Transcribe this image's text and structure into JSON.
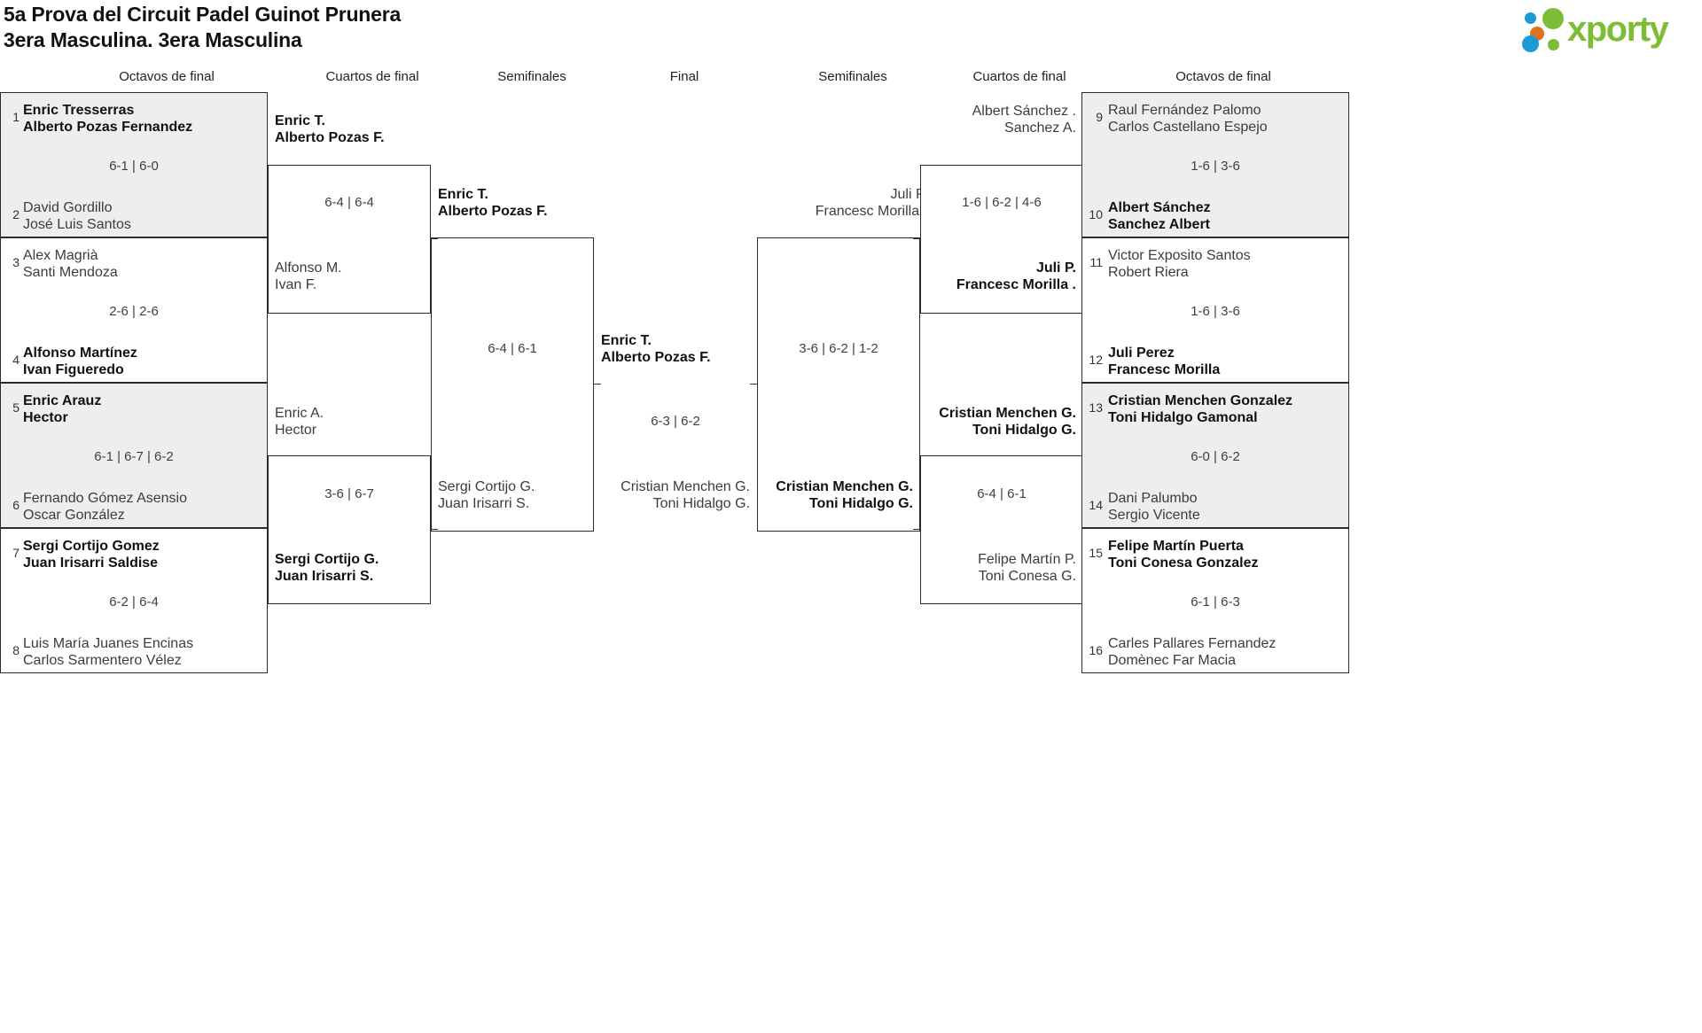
{
  "header": {
    "title_line1": "5a Prova del Circuit Padel Guinot Prunera",
    "title_line2": "3era Masculina. 3era Masculina",
    "logo_text": "xporty",
    "logo_colors": {
      "green": "#7dbd35",
      "blue": "#1b9ad6",
      "orange": "#e2711d"
    }
  },
  "round_headers": {
    "left_r16": "Octavos de final",
    "left_qf": "Cuartos de final",
    "left_sf": "Semifinales",
    "final": "Final",
    "right_sf": "Semifinales",
    "right_qf": "Cuartos de final",
    "right_r16": "Octavos de final"
  },
  "chart_data": {
    "type": "bracket",
    "title": "5a Prova del Circuit Padel Guinot Prunera — 3era Masculina",
    "draw_size": 16,
    "champion": "Enric T. / Alberto Pozas F."
  },
  "left_r16": [
    {
      "shaded": true,
      "score": "6-1 | 6-0",
      "top": {
        "seed": "1",
        "l1": "Enric Tresserras",
        "l2": "Alberto Pozas Fernandez",
        "winner": true
      },
      "bottom": {
        "seed": "2",
        "l1": "David Gordillo",
        "l2": "José Luis Santos",
        "winner": false
      }
    },
    {
      "shaded": false,
      "score": "2-6 | 2-6",
      "top": {
        "seed": "3",
        "l1": "Alex Magrià",
        "l2": "Santi Mendoza",
        "winner": false
      },
      "bottom": {
        "seed": "4",
        "l1": "Alfonso Martínez",
        "l2": "Ivan Figueredo",
        "winner": true
      }
    },
    {
      "shaded": true,
      "score": "6-1 | 6-7 | 6-2",
      "top": {
        "seed": "5",
        "l1": "Enric Arauz",
        "l2": "Hector",
        "winner": true
      },
      "bottom": {
        "seed": "6",
        "l1": "Fernando Gómez Asensio",
        "l2": "Oscar González",
        "winner": false
      }
    },
    {
      "shaded": false,
      "score": "6-2 | 6-4",
      "top": {
        "seed": "7",
        "l1": "Sergi Cortijo Gomez",
        "l2": "Juan Irisarri Saldise",
        "winner": true
      },
      "bottom": {
        "seed": "8",
        "l1": "Luis María Juanes Encinas",
        "l2": "Carlos Sarmentero Vélez",
        "winner": false
      }
    }
  ],
  "right_r16": [
    {
      "shaded": true,
      "score": "1-6 | 3-6",
      "top": {
        "seed": "9",
        "l1": "Raul Fernández Palomo",
        "l2": "Carlos Castellano Espejo",
        "winner": false
      },
      "bottom": {
        "seed": "10",
        "l1": "Albert Sánchez",
        "l2": "Sanchez Albert",
        "winner": true
      }
    },
    {
      "shaded": false,
      "score": "1-6 | 3-6",
      "top": {
        "seed": "11",
        "l1": "Victor Exposito Santos",
        "l2": "Robert Riera",
        "winner": false
      },
      "bottom": {
        "seed": "12",
        "l1": "Juli Perez",
        "l2": "Francesc Morilla",
        "winner": true
      }
    },
    {
      "shaded": true,
      "score": "6-0 | 6-2",
      "top": {
        "seed": "13",
        "l1": "Cristian Menchen Gonzalez",
        "l2": "Toni Hidalgo Gamonal",
        "winner": true
      },
      "bottom": {
        "seed": "14",
        "l1": "Dani Palumbo",
        "l2": "Sergio Vicente",
        "winner": false
      }
    },
    {
      "shaded": false,
      "score": "6-1 | 6-3",
      "top": {
        "seed": "15",
        "l1": "Felipe Martín Puerta",
        "l2": "Toni Conesa Gonzalez",
        "winner": true
      },
      "bottom": {
        "seed": "16",
        "l1": "Carles Pallares Fernandez",
        "l2": "Domènec Far Macia",
        "winner": false
      }
    }
  ],
  "left_qf": [
    {
      "score": "6-4 | 6-4",
      "top": {
        "l1": "Enric T.",
        "l2": "Alberto Pozas F.",
        "winner": true
      },
      "bottom": {
        "l1": "Alfonso M.",
        "l2": "Ivan F.",
        "winner": false
      }
    },
    {
      "score": "3-6 | 6-7",
      "top": {
        "l1": "Enric A.",
        "l2": "Hector",
        "winner": false
      },
      "bottom": {
        "l1": "Sergi Cortijo G.",
        "l2": "Juan Irisarri S.",
        "winner": true
      }
    }
  ],
  "right_qf": [
    {
      "score": "1-6 | 6-2 | 4-6",
      "top": {
        "l1": "Albert Sánchez .",
        "l2": "Sanchez A.",
        "winner": false
      },
      "bottom": {
        "l1": "Juli P.",
        "l2": "Francesc Morilla .",
        "winner": true
      }
    },
    {
      "score": "6-4 | 6-1",
      "top": {
        "l1": "Cristian Menchen G.",
        "l2": "Toni Hidalgo G.",
        "winner": true
      },
      "bottom": {
        "l1": "Felipe Martín P.",
        "l2": "Toni Conesa G.",
        "winner": false
      }
    }
  ],
  "left_sf": {
    "score": "6-4 | 6-1",
    "top": {
      "l1": "Enric T.",
      "l2": "Alberto Pozas F.",
      "winner": true
    },
    "bottom": {
      "l1": "Sergi Cortijo G.",
      "l2": "Juan Irisarri S.",
      "winner": false
    }
  },
  "right_sf": {
    "score": "3-6 | 6-2 | 1-2",
    "top": {
      "l1": "Juli P.",
      "l2": "Francesc Morilla .",
      "winner": false
    },
    "bottom": {
      "l1": "Cristian Menchen G.",
      "l2": "Toni Hidalgo G.",
      "winner": true
    }
  },
  "final": {
    "score": "6-3 | 6-2",
    "top": {
      "l1": "Enric T.",
      "l2": "Alberto Pozas F.",
      "winner": true
    },
    "bottom": {
      "l1": "Cristian Menchen G.",
      "l2": "Toni Hidalgo G.",
      "winner": false
    }
  }
}
